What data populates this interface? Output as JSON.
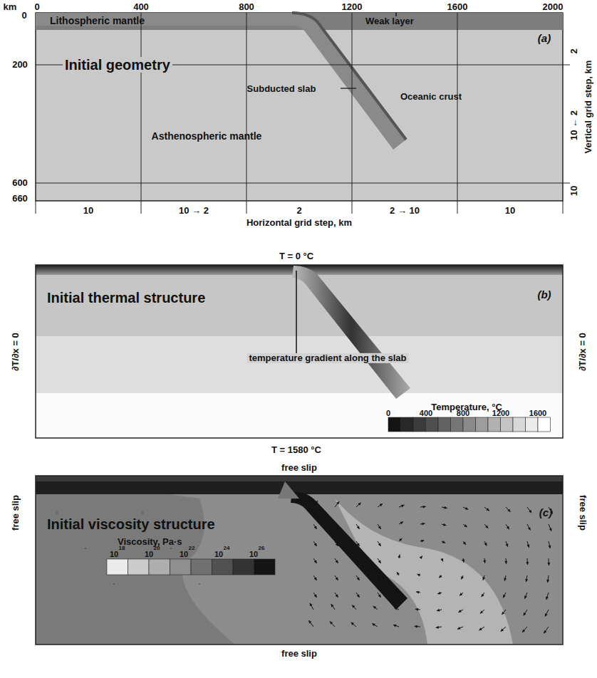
{
  "diagram": {
    "labels": [
      "km",
      "0",
      "400",
      "800",
      "1200",
      "1600",
      "2000",
      "0",
      "200",
      "600",
      "660",
      "Lithospheric mantle",
      "Weak layer",
      "(a)",
      "Initial geometry",
      "Subducted slab",
      "Oceanic crust",
      "Asthenospheric mantle",
      "2",
      "10 ← 2",
      "10",
      "Vertical grid step, km",
      "10",
      "10 → 2",
      "2",
      "2 → 10",
      "10",
      "Horizontal grid step, km",
      "T = 0 °C",
      "Initial thermal structure",
      "(b)",
      "∂T/∂x = 0",
      "∂T/∂x = 0",
      "temperature gradient along the slab",
      "Temperature, °C",
      "0",
      "400",
      "800",
      "1200",
      "1600",
      "T = 1580 °C",
      "free slip",
      "free slip",
      "free slip",
      "free slip",
      "Initial viscosity structure",
      "(c)",
      "Viscosity, Pa·s",
      "10",
      "18",
      "10",
      "20",
      "10",
      "22",
      "10",
      "24",
      "10",
      "26"
    ]
  }
}
